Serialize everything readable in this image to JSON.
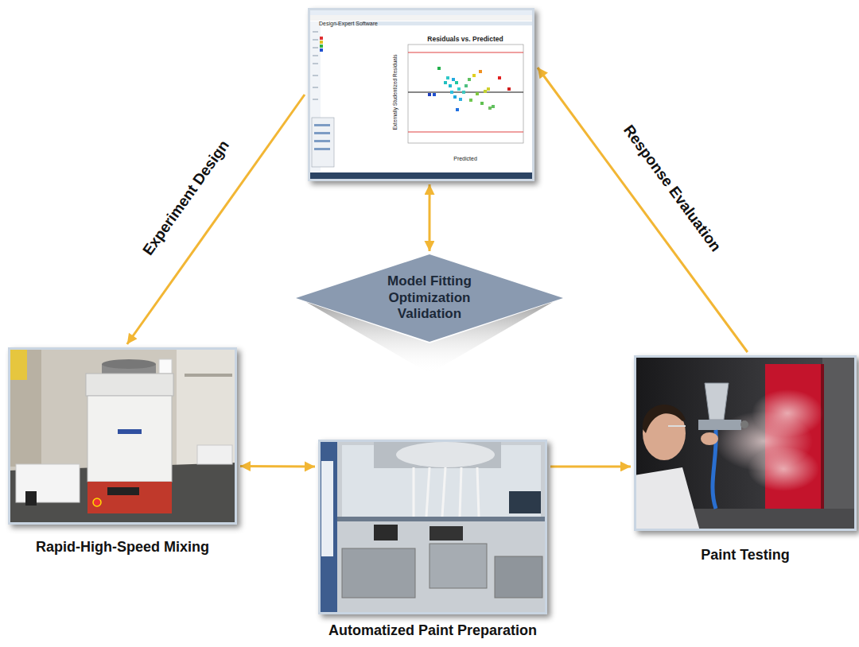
{
  "diagram": {
    "nodes": [
      {
        "text": [
          "Design-Expert Software",
          "Residuals vs. Predicted",
          "Externally Studentized Residuals",
          "Predicted"
        ]
      },
      {
        "text": [
          "Model Fitting Optimization Validation"
        ]
      },
      {
        "text": [
          "Rapid-High-Speed Mixing"
        ]
      },
      {
        "text": [
          "Automatized Paint Preparation"
        ]
      },
      {
        "text": [
          "Paint Testing"
        ]
      }
    ],
    "edges": [
      {
        "from": 0,
        "to": 2,
        "arrow": "to",
        "label": "Experiment Design"
      },
      {
        "from": 4,
        "to": 0,
        "arrow": "to",
        "label": "Response Evaluation"
      },
      {
        "from": 0,
        "to": 1,
        "arrow": "both"
      },
      {
        "from": 2,
        "to": 3,
        "arrow": "both"
      },
      {
        "from": 3,
        "to": 4,
        "arrow": "to"
      }
    ]
  }
}
